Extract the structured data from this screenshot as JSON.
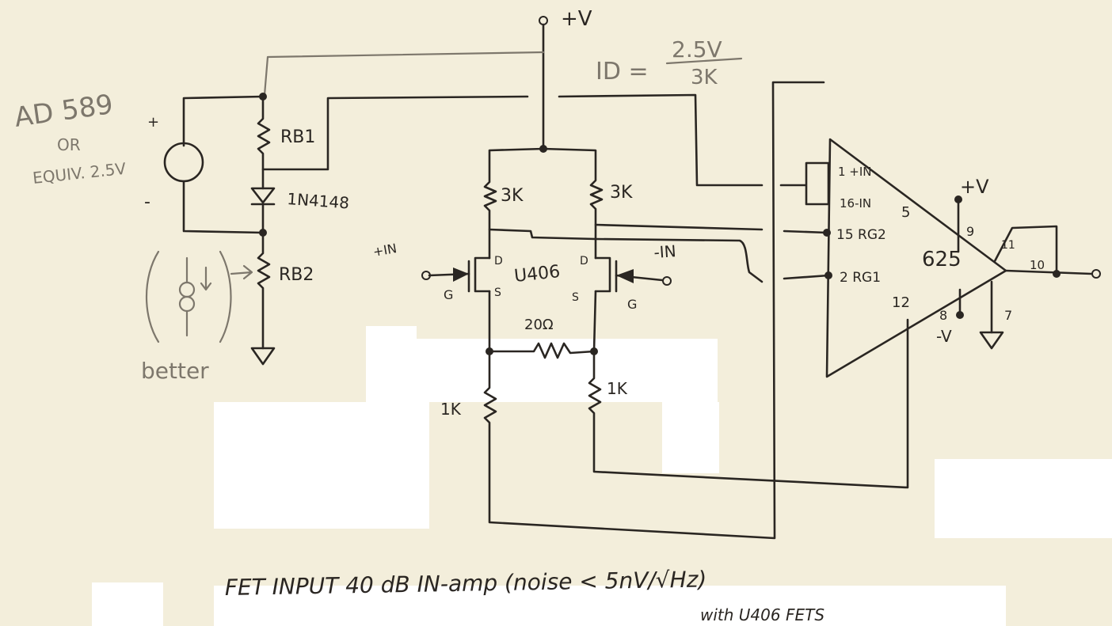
{
  "title": "FET INPUT 40 dB IN-amp (noise < 5nV/√Hz)",
  "subtitle": "with U406 FETS",
  "supply_label": "+V",
  "reference": {
    "line1": "AD 589",
    "line2": "OR",
    "line3": "EQUIV. 2.5V",
    "plus": "+",
    "minus": "-"
  },
  "drain_current": {
    "lhs": "ID =",
    "numerator": "2.5V",
    "denominator": "3K"
  },
  "components": {
    "rb1": "RB1",
    "diode": "1N4148",
    "rb2": "RB2",
    "r_drain_left": "3K",
    "r_drain_right": "3K",
    "fet": "U406",
    "r_gain": "20Ω",
    "r_source_left": "1K",
    "r_source_right": "1K"
  },
  "fet_pins": {
    "d_left": "D",
    "d_right": "D",
    "s_left": "S",
    "s_right": "S",
    "g_left": "G",
    "g_right": "G"
  },
  "inputs": {
    "plus": "+IN",
    "minus": "-IN"
  },
  "inamp": {
    "part": "625",
    "pin1": "1 +IN",
    "pin16": "16-IN",
    "pin15": "15 RG2",
    "pin2": "2 RG1",
    "pin5": "5",
    "pin12": "12",
    "pin9": "9",
    "pin8": "8",
    "pin11": "11",
    "pin10": "10",
    "pin7": "7",
    "vplus": "+V",
    "vminus": "-V"
  },
  "note": "better"
}
